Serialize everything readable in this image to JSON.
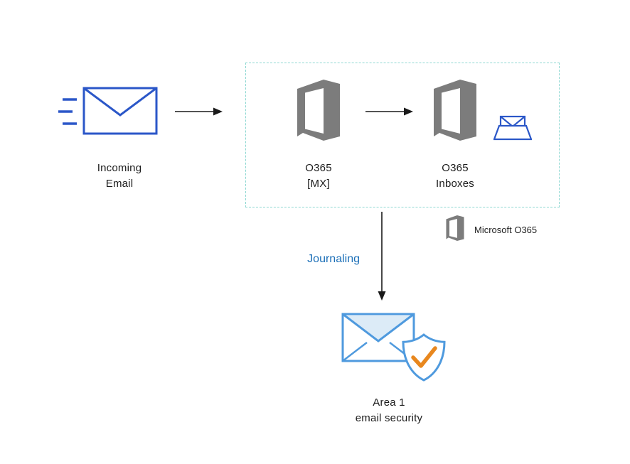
{
  "colors": {
    "envelope-blue": "#2b57c8",
    "security-blue": "#4f9ade",
    "pale-blue": "#dcebf7",
    "teal-dash": "#8ed8d2",
    "logo-gray": "#7c7c7c",
    "check-orange": "#e8871e",
    "journaling-blue": "#1d70b8",
    "arrow-black": "#1a1a1a",
    "text-dark": "#1c1c1c"
  },
  "nodes": {
    "incoming_email": {
      "line1": "Incoming",
      "line2": "Email"
    },
    "o365_mx": {
      "line1": "O365",
      "line2": "[MX]"
    },
    "o365_inboxes": {
      "line1": "O365",
      "line2": "Inboxes"
    },
    "area1": {
      "line1": "Area 1",
      "line2": "email security"
    }
  },
  "labels": {
    "journaling": "Journaling",
    "legend_microsoft_o365": "Microsoft O365"
  },
  "icons": {
    "incoming_email": "envelope-with-speed-lines-icon",
    "o365_mx": "office365-logo-icon",
    "o365_inboxes": "office365-logo-icon",
    "inbox_envelope": "envelope-in-tray-icon",
    "legend": "office365-logo-small-icon",
    "area1": "envelope-with-shield-check-icon"
  }
}
